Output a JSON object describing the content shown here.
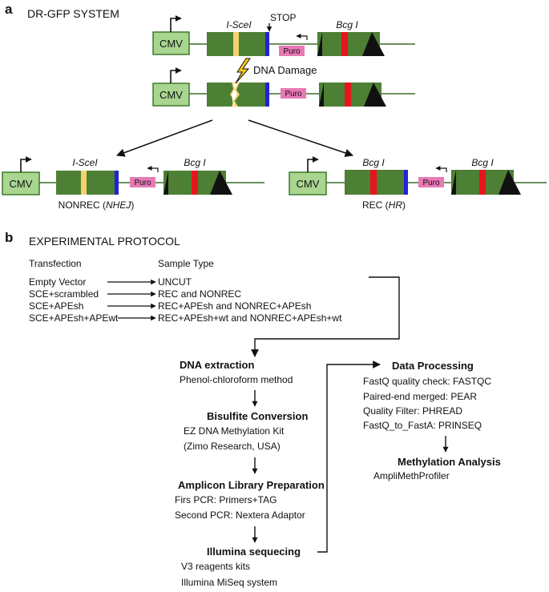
{
  "panel_a": {
    "letter": "a",
    "title": "DR-GFP SYSTEM",
    "cmv": "CMV",
    "isce": "I-SceI",
    "stop": "STOP",
    "bcg": "Bcg I",
    "puro": "Puro",
    "damage": "DNA Damage",
    "nonrec_prefix": "NONREC (",
    "nonrec_italic": "NHEJ",
    "rec_prefix": "REC (",
    "rec_italic": "HR",
    "close_paren": ")"
  },
  "panel_b": {
    "letter": "b",
    "title": "EXPERIMENTAL PROTOCOL",
    "col_transfection": "Transfection",
    "col_sample": "Sample Type",
    "rows": [
      {
        "transfection": "Empty Vector",
        "sample": "UNCUT"
      },
      {
        "transfection": "SCE+scrambled",
        "sample": "REC and NONREC"
      },
      {
        "transfection": "SCE+APEsh",
        "sample": "REC+APEsh and NONREC+APEsh"
      },
      {
        "transfection": "SCE+APEsh+APEwt",
        "sample": "REC+APEsh+wt and NONREC+APEsh+wt"
      }
    ],
    "steps": [
      {
        "title": "DNA extraction",
        "lines": [
          "Phenol-chloroform method"
        ]
      },
      {
        "title": "Bisulfite Conversion",
        "lines": [
          "EZ DNA Methylation Kit",
          "(Zimo Research, USA)"
        ]
      },
      {
        "title": "Amplicon Library Preparation",
        "lines": [
          "Firs PCR: Primers+TAG",
          "Second PCR: Nextera Adaptor"
        ]
      },
      {
        "title": "Illumina sequecing",
        "lines": [
          "V3 reagents kits",
          "Illumina MiSeq system"
        ]
      }
    ],
    "processing": {
      "title": "Data Processing",
      "lines": [
        "FastQ quality check: FASTQC",
        "Paired-end merged: PEAR",
        "Quality Filter: PHREAD",
        "FastQ_to_FastA: PRINSEQ"
      ]
    },
    "analysis": {
      "title": "Methylation Analysis",
      "lines": [
        "AmpliMethProfiler"
      ]
    }
  },
  "colors": {
    "gene_green": "#4d7f35",
    "cmv_fill": "#a8d590",
    "cmv_border": "#3e7a2b",
    "isce_yellow": "#f2d36b",
    "stop_blue": "#2323d6",
    "bcg_red": "#e8141b",
    "puro_pink": "#e879b5",
    "bolt_yellow": "#f7c81c"
  }
}
